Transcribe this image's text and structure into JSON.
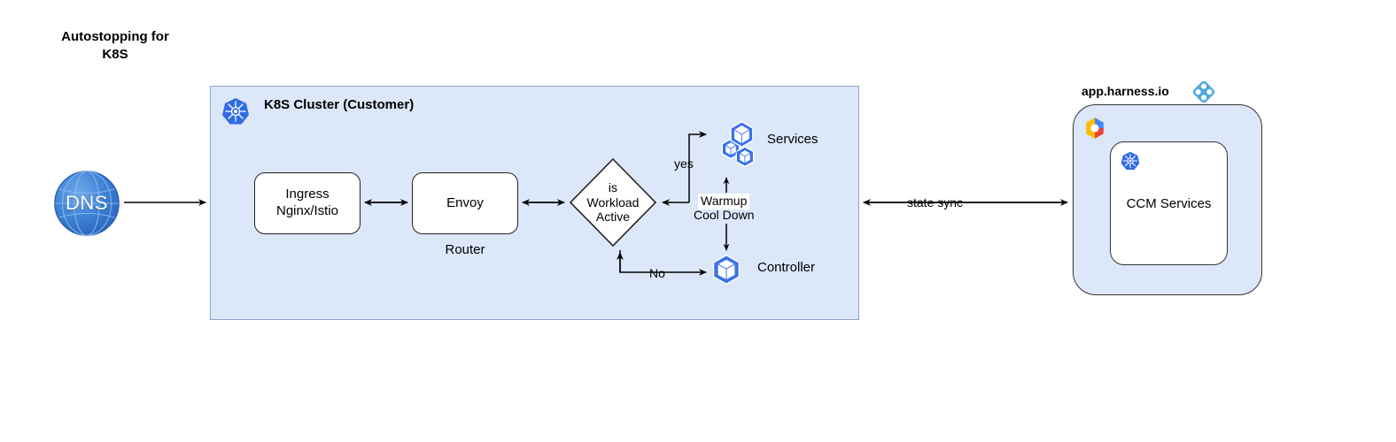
{
  "title": "Autostopping for\nK8S",
  "cluster": {
    "label": "K8S Cluster (Customer)",
    "icon": "kubernetes-icon",
    "nodes": {
      "ingress": "Ingress\nNginx/Istio",
      "envoy": "Envoy",
      "router_caption": "Router",
      "decision": "is\nWorkload\nActive",
      "services": "Services",
      "controller": "Controller",
      "warmup": "Warmup",
      "cooldown": "Cool Down"
    },
    "edges": {
      "yes": "yes",
      "no": "No"
    }
  },
  "dns": {
    "label": "DNS",
    "icon": "globe-icon"
  },
  "state_sync": {
    "label": "state sync"
  },
  "harness": {
    "title": "app.harness.io",
    "logo": "harness-logo-icon",
    "cloud_logo": "gcp-logo-icon",
    "inner": {
      "label": "CCM Services",
      "icon": "kubernetes-icon"
    }
  },
  "colors": {
    "cluster_fill": "#dce7f9",
    "cluster_border": "#8aa4cf",
    "k8s_blue": "#326ce5",
    "pod_blue": "#3973e8",
    "harness_blue": "#4fa8e0",
    "dns_blue": "#3b7dd8",
    "stroke": "#222222",
    "box_fill": "#ffffff"
  }
}
